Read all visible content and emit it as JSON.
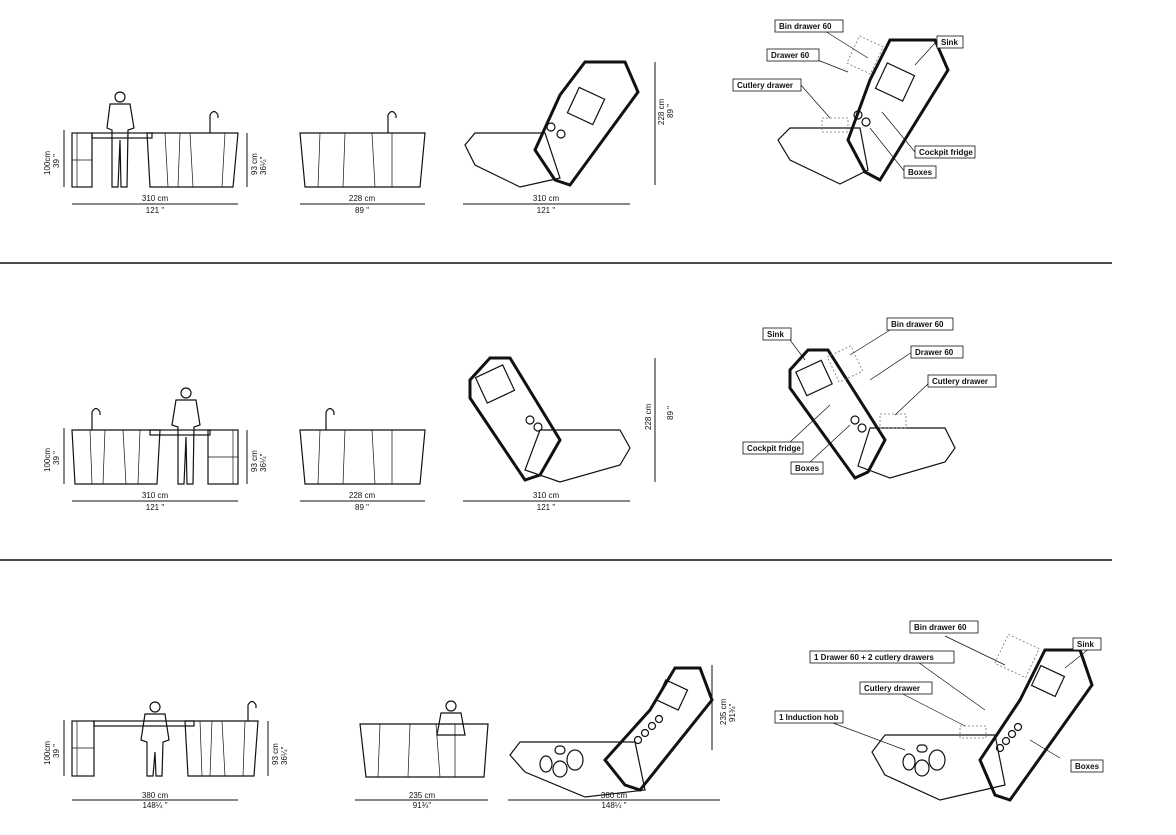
{
  "rows": [
    {
      "height_dim": {
        "cm": "100cm",
        "in": "39 \""
      },
      "counter_dim": {
        "cm": "93 cm",
        "in": "36¼\""
      },
      "front_width": {
        "cm": "310 cm",
        "in": "121 \""
      },
      "side_width": {
        "cm": "228 cm",
        "in": "89 \""
      },
      "plan_width": {
        "cm": "310 cm",
        "in": "121 \""
      },
      "plan_depth": {
        "cm": "228 cm",
        "in": "89 \""
      },
      "labels": [
        "Bin drawer 60",
        "Drawer 60",
        "Sink",
        "Cutlery drawer",
        "Cockpit fridge",
        "Boxes"
      ]
    },
    {
      "height_dim": {
        "cm": "100cm",
        "in": "39 \""
      },
      "counter_dim": {
        "cm": "93 cm",
        "in": "36¼\""
      },
      "front_width": {
        "cm": "310 cm",
        "in": "121 \""
      },
      "side_width": {
        "cm": "228 cm",
        "in": "89 \""
      },
      "plan_width": {
        "cm": "310 cm",
        "in": "121 \""
      },
      "plan_depth": {
        "cm": "228 cm",
        "in": "89 \""
      },
      "labels": [
        "Sink",
        "Bin drawer 60",
        "Drawer 60",
        "Cutlery drawer",
        "Cockpit fridge",
        "Boxes"
      ]
    },
    {
      "height_dim": {
        "cm": "100cm",
        "in": "39 \""
      },
      "counter_dim": {
        "cm": "93 cm",
        "in": "36¼\""
      },
      "front_width": {
        "cm": "380 cm",
        "in": "148¼ \""
      },
      "side_width": {
        "cm": "235 cm",
        "in": "91¾\""
      },
      "plan_width": {
        "cm": "380 cm",
        "in": "148¼ \""
      },
      "plan_depth": {
        "cm": "235 cm",
        "in": "91¾\""
      },
      "labels": [
        "Bin drawer 60",
        "Sink",
        "1 Drawer 60 + 2 cutlery drawers",
        "Cutlery drawer",
        "1 Induction hob",
        "Boxes"
      ]
    }
  ]
}
